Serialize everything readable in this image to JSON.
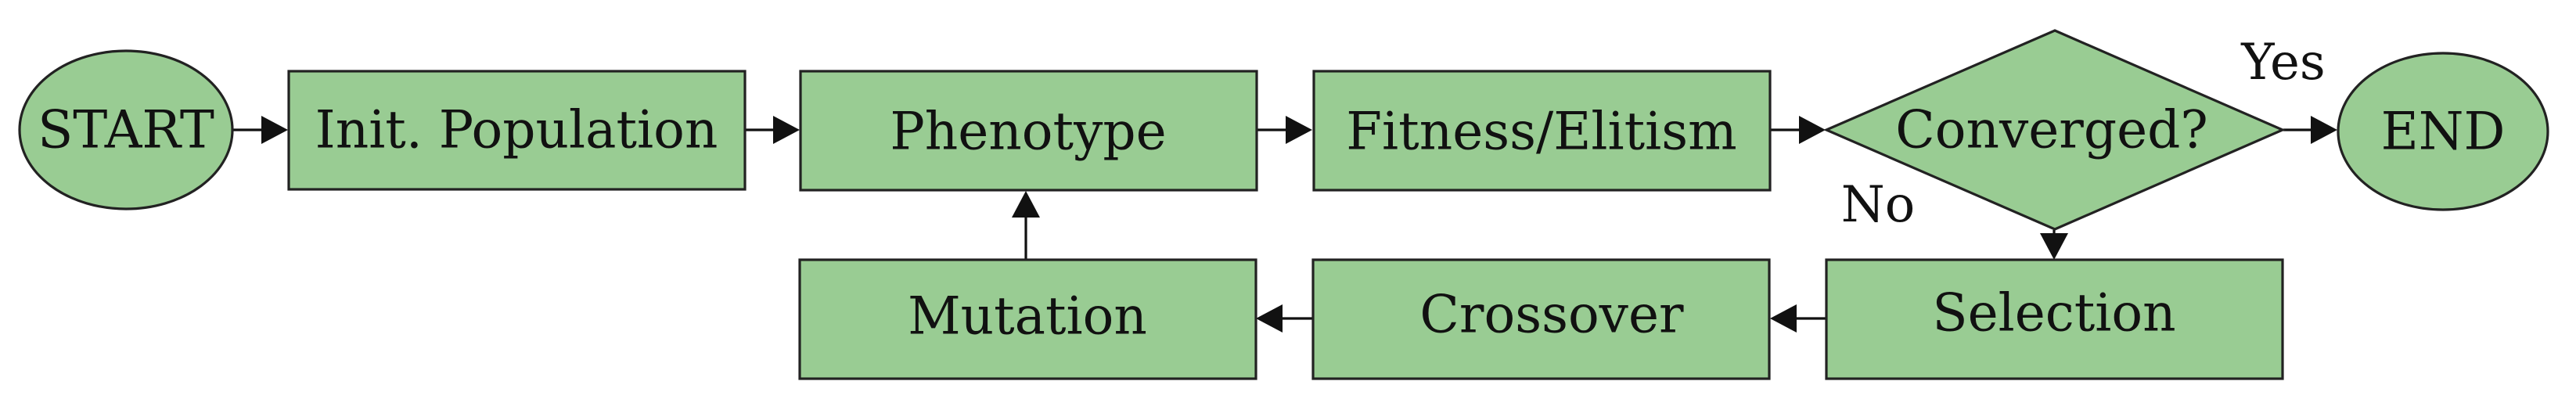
{
  "diagram": {
    "colors": {
      "node_fill": "#99cc93",
      "node_stroke": "#222222",
      "edge": "#111111"
    },
    "nodes": {
      "start": {
        "label": "START",
        "shape": "ellipse"
      },
      "init_population": {
        "label": "Init. Population",
        "shape": "rectangle"
      },
      "phenotype": {
        "label": "Phenotype",
        "shape": "rectangle"
      },
      "fitness_elitism": {
        "label": "Fitness/Elitism",
        "shape": "rectangle"
      },
      "converged": {
        "label": "Converged?",
        "shape": "diamond"
      },
      "end": {
        "label": "END",
        "shape": "ellipse"
      },
      "selection": {
        "label": "Selection",
        "shape": "rectangle"
      },
      "crossover": {
        "label": "Crossover",
        "shape": "rectangle"
      },
      "mutation": {
        "label": "Mutation",
        "shape": "rectangle"
      }
    },
    "edges": [
      {
        "from": "START",
        "to": "Init. Population",
        "label": ""
      },
      {
        "from": "Init. Population",
        "to": "Phenotype",
        "label": ""
      },
      {
        "from": "Phenotype",
        "to": "Fitness/Elitism",
        "label": ""
      },
      {
        "from": "Fitness/Elitism",
        "to": "Converged?",
        "label": ""
      },
      {
        "from": "Converged?",
        "to": "END",
        "label": "Yes"
      },
      {
        "from": "Converged?",
        "to": "Selection",
        "label": "No"
      },
      {
        "from": "Selection",
        "to": "Crossover",
        "label": ""
      },
      {
        "from": "Crossover",
        "to": "Mutation",
        "label": ""
      },
      {
        "from": "Mutation",
        "to": "Phenotype",
        "label": ""
      }
    ],
    "edge_labels": {
      "yes": "Yes",
      "no": "No"
    }
  }
}
